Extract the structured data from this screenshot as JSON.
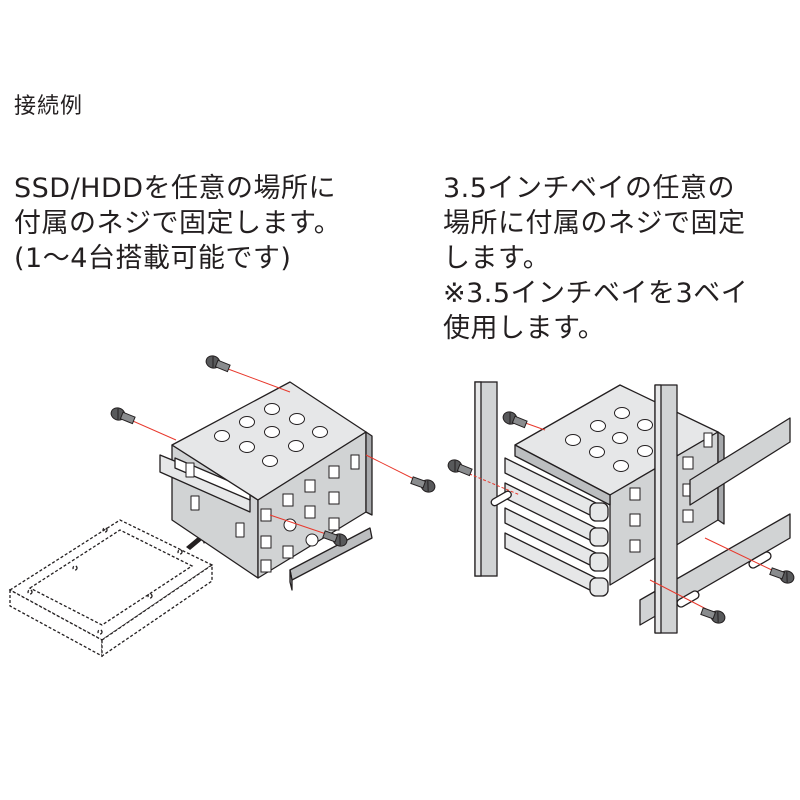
{
  "heading": "接続例",
  "left_caption": "SSD/HDDを任意の場所に\n付属のネジで固定します。\n(1～4台搭載可能です)",
  "right_caption": "3.5インチベイの任意の\n場所に付属のネジで固定\nします。\n※3.5インチベイを3ベイ\n使用します。",
  "colors": {
    "line": "#231f20",
    "metal_light": "#e6e7e8",
    "metal_mid": "#d1d3d4",
    "metal_dark": "#a7a9ac",
    "screw_guide": "#e8382c"
  }
}
